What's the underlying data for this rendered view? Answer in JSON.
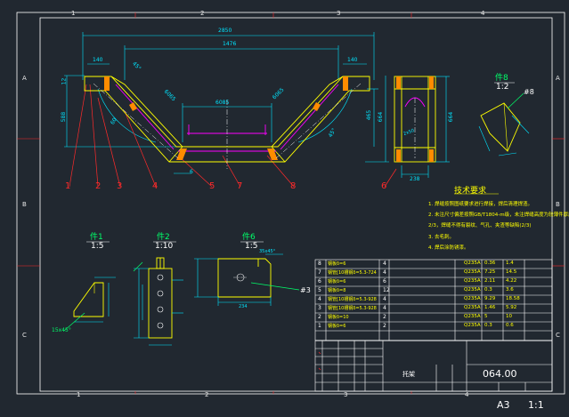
{
  "frame": {
    "zones_top": [
      "1",
      "2",
      "3",
      "4"
    ],
    "zones_bottom": [
      "1",
      "2",
      "3",
      "4"
    ],
    "zones_left": [
      "A",
      "B",
      "C"
    ],
    "zones_right": [
      "A",
      "B",
      "C"
    ]
  },
  "main_view": {
    "dims": {
      "overall": "2850",
      "inner_span": "1476",
      "left_top": "140",
      "right_top": "140",
      "left_height": "588",
      "right_height": "465",
      "right_outer": "664",
      "bottom_span": "6085",
      "left_r": "6065",
      "right_r": "6065",
      "left_angle": "45°",
      "right_angle": "45°",
      "left_side": "60",
      "small_6": "6",
      "left_12": "12",
      "side_view_w": "2x50",
      "side_view_b": "238",
      "side_view_h": "664"
    },
    "callouts": [
      "1",
      "2",
      "3",
      "4",
      "5",
      "7",
      "8",
      "6"
    ]
  },
  "detail_8": {
    "label": "件8",
    "scale": "1:2",
    "tag": "#8"
  },
  "detail_1": {
    "label": "件1",
    "scale": "1:5",
    "dim": "15x45°"
  },
  "detail_2": {
    "label": "件2",
    "scale": "1:10"
  },
  "detail_6": {
    "label": "件6",
    "scale": "1:5",
    "dim_top": "35x45°",
    "dim_bottom": "234",
    "tag": "#3"
  },
  "tech": {
    "title": "技术要求",
    "lines": [
      "1. 焊缝按照图纸要求进行焊接，焊后清理焊渣。",
      "2. 未注尺寸偏差按照GB/T1804-m级，未注焊缝高度为较薄件厚度的",
      "   2/3，焊缝不得有裂纹、气孔、夹渣等缺陷(2/3)",
      "3. 去毛刺。",
      "4. 焊后涂防锈漆。"
    ]
  },
  "bom": [
    {
      "no": "8",
      "name": "钢板δ=6",
      "qty": "4",
      "mat": "Q235A",
      "w1": "0.36",
      "w2": "1.4"
    },
    {
      "no": "7",
      "name": "钢管[10槽钢δ=5.3-724",
      "qty": "4",
      "mat": "Q235A",
      "w1": "7.25",
      "w2": "14.5"
    },
    {
      "no": "6",
      "name": "钢板δ=6",
      "qty": "6",
      "mat": "Q235A",
      "w1": "2.11",
      "w2": "4.22"
    },
    {
      "no": "5",
      "name": "钢板δ=8",
      "qty": "12",
      "mat": "Q235A",
      "w1": "0.3",
      "w2": "3.6"
    },
    {
      "no": "4",
      "name": "钢管[10槽钢δ=5.3-928",
      "qty": "4",
      "mat": "Q235A",
      "w1": "9.29",
      "w2": "18.58"
    },
    {
      "no": "3",
      "name": "钢管[10槽钢δ=5.3-928",
      "qty": "4",
      "mat": "Q235A",
      "w1": "1.46",
      "w2": "5.92"
    },
    {
      "no": "2",
      "name": "钢板δ=10",
      "qty": "2",
      "mat": "Q235A",
      "w1": "5",
      "w2": "10"
    },
    {
      "no": "1",
      "name": "钢板δ=6",
      "qty": "2",
      "mat": "Q235A",
      "w1": "0.3",
      "w2": "0.6"
    }
  ],
  "title_block": {
    "part_name": "托架",
    "drawing_no": "064.00",
    "sheet_size": "A3",
    "scale": "1:1"
  },
  "colors": {
    "background": "#212830",
    "frame": "#ffffff",
    "part_line": "#ffff00",
    "dim_line": "#00e5ff",
    "leader": "#ff2a2a",
    "weld": "#ff00ff",
    "hatch": "#ff8c00",
    "center": "#ffffff"
  }
}
